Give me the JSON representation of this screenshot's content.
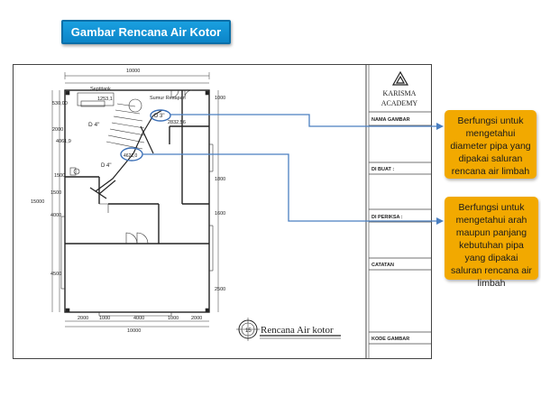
{
  "header": {
    "title": "Gambar Rencana Air Kotor"
  },
  "drawing": {
    "labels": {
      "septitank": "Septitank",
      "sumur_resapan": "Sumur Resapan",
      "d3": "D 3\"",
      "d4": "D 4\"",
      "d4b": "D 4\"",
      "note_4621": "4621,0",
      "note_15": "15",
      "plan_title": "Rencana Air kotor"
    },
    "dims": {
      "top": "10000",
      "bottom": "10000",
      "left_total": "15000",
      "left_a": "2000",
      "left_b": "1500",
      "left_c": "4000",
      "left_d": "4500",
      "right_a": "1000",
      "right_b": "1800",
      "right_c": "1600",
      "right_d": "2500",
      "bot_a": "2000",
      "bot_b": "1000",
      "bot_c": "4000",
      "bot_d": "1000",
      "bot_e": "2000",
      "small_a": "530,00",
      "small_b": "1253,1",
      "small_c": "4061,9",
      "small_d": "2832,56",
      "small_e": "1500"
    }
  },
  "title_block": {
    "company_line1": "KARISMA",
    "company_line2": "ACADEMY",
    "fields": [
      "NAMA GAMBAR",
      "DI BUAT :",
      "DI PERIKSA :",
      "CATATAN",
      "KODE GAMBAR"
    ]
  },
  "callouts": [
    "Berfungsi untuk mengetahui diameter pipa yang dipakai saluran rencana air limbah",
    "Berfungsi untuk mengetahui arah maupun panjang kebutuhan pipa yang dipakai saluran rencana air limbah"
  ],
  "colors": {
    "banner": "#1aa0e0",
    "callout": "#f2a900",
    "leader": "#4a7fc1"
  }
}
